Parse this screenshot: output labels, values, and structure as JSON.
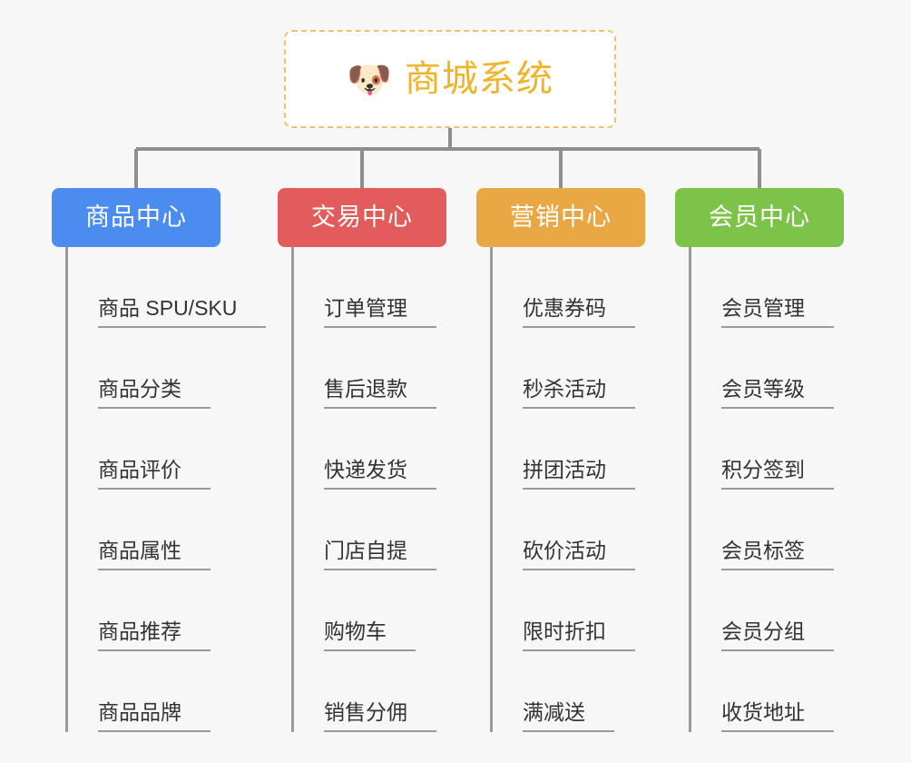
{
  "page": {
    "background_color": "#f7f7f7",
    "type": "mindmap"
  },
  "root": {
    "icon": "dog-face-emoji",
    "emoji": "🐶",
    "title": "商城系统",
    "text_color": "#f0b429",
    "border_color": "#f0c070",
    "background_color": "#ffffff"
  },
  "connector": {
    "color": "#8e8e8e"
  },
  "branches": [
    {
      "id": "product-center",
      "label": "商品中心",
      "color": "#4a8cf0",
      "items": [
        "商品 SPU/SKU",
        "商品分类",
        "商品评价",
        "商品属性",
        "商品推荐",
        "商品品牌"
      ]
    },
    {
      "id": "trade-center",
      "label": "交易中心",
      "color": "#e25c5c",
      "items": [
        "订单管理",
        "售后退款",
        "快递发货",
        "门店自提",
        "购物车",
        "销售分佣"
      ]
    },
    {
      "id": "marketing-center",
      "label": "营销中心",
      "color": "#eaa845",
      "items": [
        "优惠券码",
        "秒杀活动",
        "拼团活动",
        "砍价活动",
        "限时折扣",
        "满减送"
      ]
    },
    {
      "id": "member-center",
      "label": "会员中心",
      "color": "#7dc34a",
      "items": [
        "会员管理",
        "会员等级",
        "积分签到",
        "会员标签",
        "会员分组",
        "收货地址"
      ]
    }
  ]
}
